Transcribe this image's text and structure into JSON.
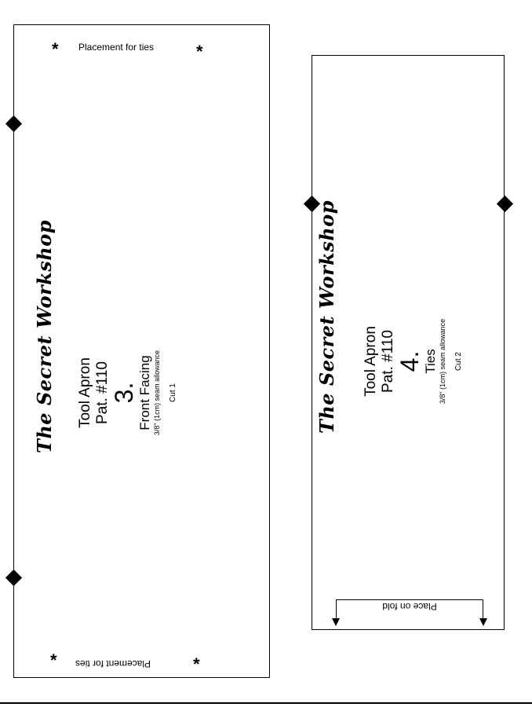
{
  "piece3": {
    "brand": "The Secret Workshop",
    "title_line1": "Tool Apron",
    "title_line2": "Pat. #110",
    "number": "3.",
    "name": "Front Facing",
    "seam": "3/8\" (1cm) seam allowance",
    "cut": "Cut 1",
    "tie_label": "Placement for ties",
    "tie_mark": "*"
  },
  "piece4": {
    "brand": "The Secret Workshop",
    "title_line1": "Tool Apron",
    "title_line2": "Pat. #110",
    "number": "4.",
    "name": "Ties",
    "seam": "3/8\" (1cm) seam allowance",
    "cut": "Cut 2",
    "fold_label": "Place on fold"
  }
}
